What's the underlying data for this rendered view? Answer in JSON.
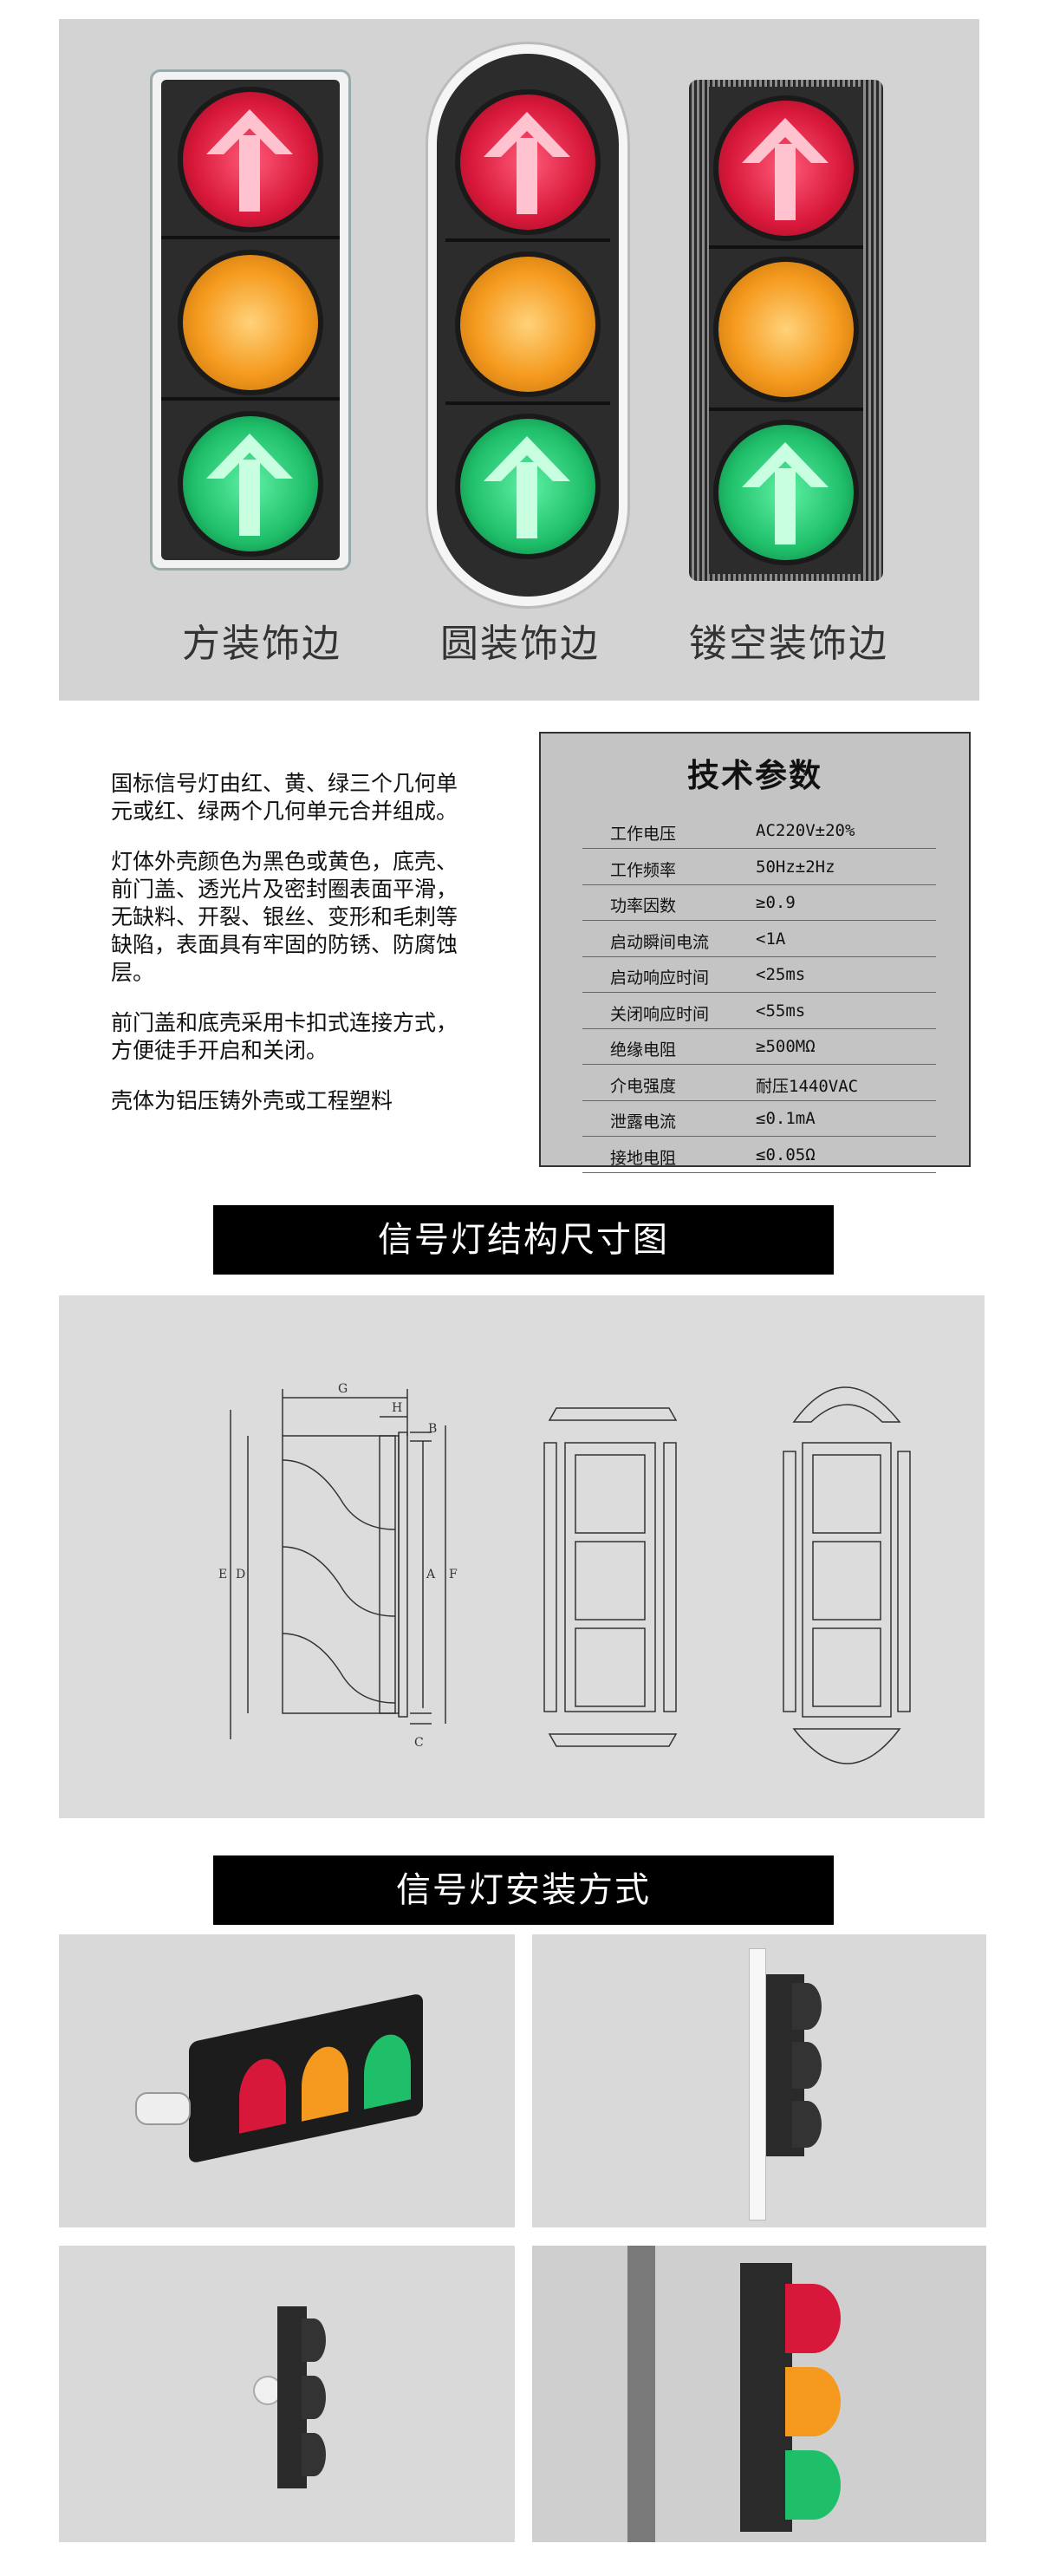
{
  "colors": {
    "panel_bg": "#d3d3d3",
    "housing": "#2c2c2c",
    "red_lens": "#d8183a",
    "yellow_lens": "#f59a1e",
    "green_lens": "#1fbf6a",
    "banner_bg": "#000000",
    "banner_text": "#ffffff"
  },
  "variants": {
    "square": {
      "label": "方装饰边"
    },
    "round": {
      "label": "圆装饰边"
    },
    "hollow": {
      "label": "镂空装饰边"
    }
  },
  "intro": {
    "p1": "国标信号灯由红、黄、绿三个几何单元或红、绿两个几何单元合并组成。",
    "p2": "灯体外壳颜色为黑色或黄色，底壳、前门盖、透光片及密封圈表面平滑，无缺料、开裂、银丝、变形和毛刺等缺陷，表面具有牢固的防锈、防腐蚀层。",
    "p3": "前门盖和底壳采用卡扣式连接方式，方便徒手开启和关闭。",
    "p4": "壳体为铝压铸外壳或工程塑料"
  },
  "specs": {
    "title": "技术参数",
    "rows": [
      {
        "key": "工作电压",
        "value": "AC220V±20%"
      },
      {
        "key": "工作频率",
        "value": "50Hz±2Hz"
      },
      {
        "key": "功率因数",
        "value": "≥0.9"
      },
      {
        "key": "启动瞬间电流",
        "value": "<1A"
      },
      {
        "key": "启动响应时间",
        "value": "<25ms"
      },
      {
        "key": "关闭响应时间",
        "value": "<55ms"
      },
      {
        "key": "绝缘电阻",
        "value": "≥500MΩ"
      },
      {
        "key": "介电强度",
        "value": "耐压1440VAC"
      },
      {
        "key": "泄露电流",
        "value": "≤0.1mA"
      },
      {
        "key": "接地电阻",
        "value": "≤0.05Ω"
      }
    ]
  },
  "sections": {
    "dimensions_title": "信号灯结构尺寸图",
    "install_title": "信号灯安装方式"
  },
  "drawing_labels": {
    "G": "G",
    "H": "H",
    "B": "B",
    "D": "D",
    "E": "E",
    "A": "A",
    "F": "F",
    "C": "C"
  }
}
